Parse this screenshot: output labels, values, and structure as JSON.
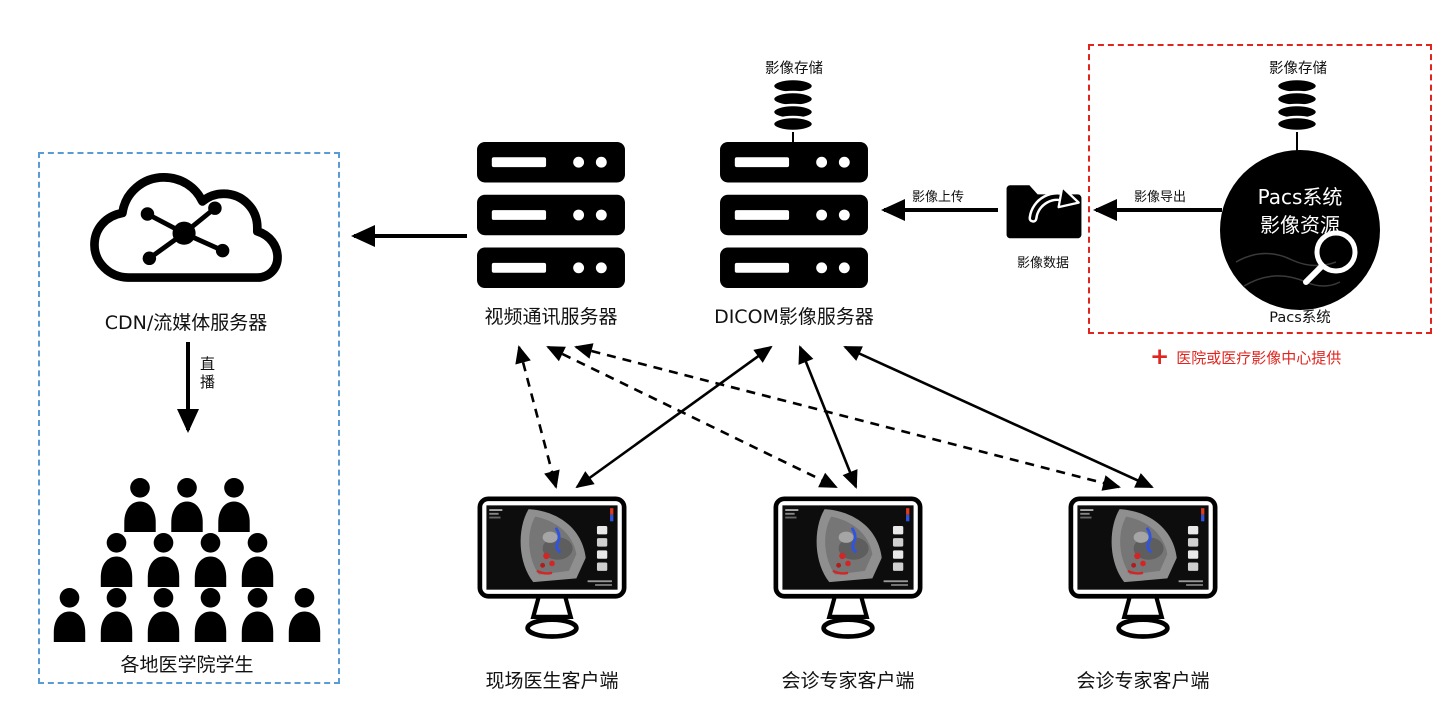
{
  "diagram": {
    "pacs": {
      "storage_label": "影像存储",
      "name_line1": "Pacs系统",
      "name_line2": "影像资源",
      "caption": "Pacs系统"
    },
    "provider": {
      "plus": "+",
      "note": "医院或医疗影像中心提供"
    },
    "dicom": {
      "storage_label": "影像存储",
      "label": "DICOM影像服务器"
    },
    "video_server": {
      "label": "视频通讯服务器"
    },
    "cdn": {
      "label": "CDN/流媒体服务器"
    },
    "students": {
      "label": "各地医学院学生"
    },
    "folder": {
      "label": "影像数据"
    },
    "clients": [
      {
        "label": "现场医生客户端"
      },
      {
        "label": "会诊专家客户端"
      },
      {
        "label": "会诊专家客户端"
      }
    ],
    "edge_labels": {
      "export": "影像导出",
      "upload": "影像上传",
      "live": "直播"
    },
    "colors": {
      "accent_red": "#e0251f",
      "accent_blue": "#5b9bd5",
      "ink": "#000000"
    }
  }
}
